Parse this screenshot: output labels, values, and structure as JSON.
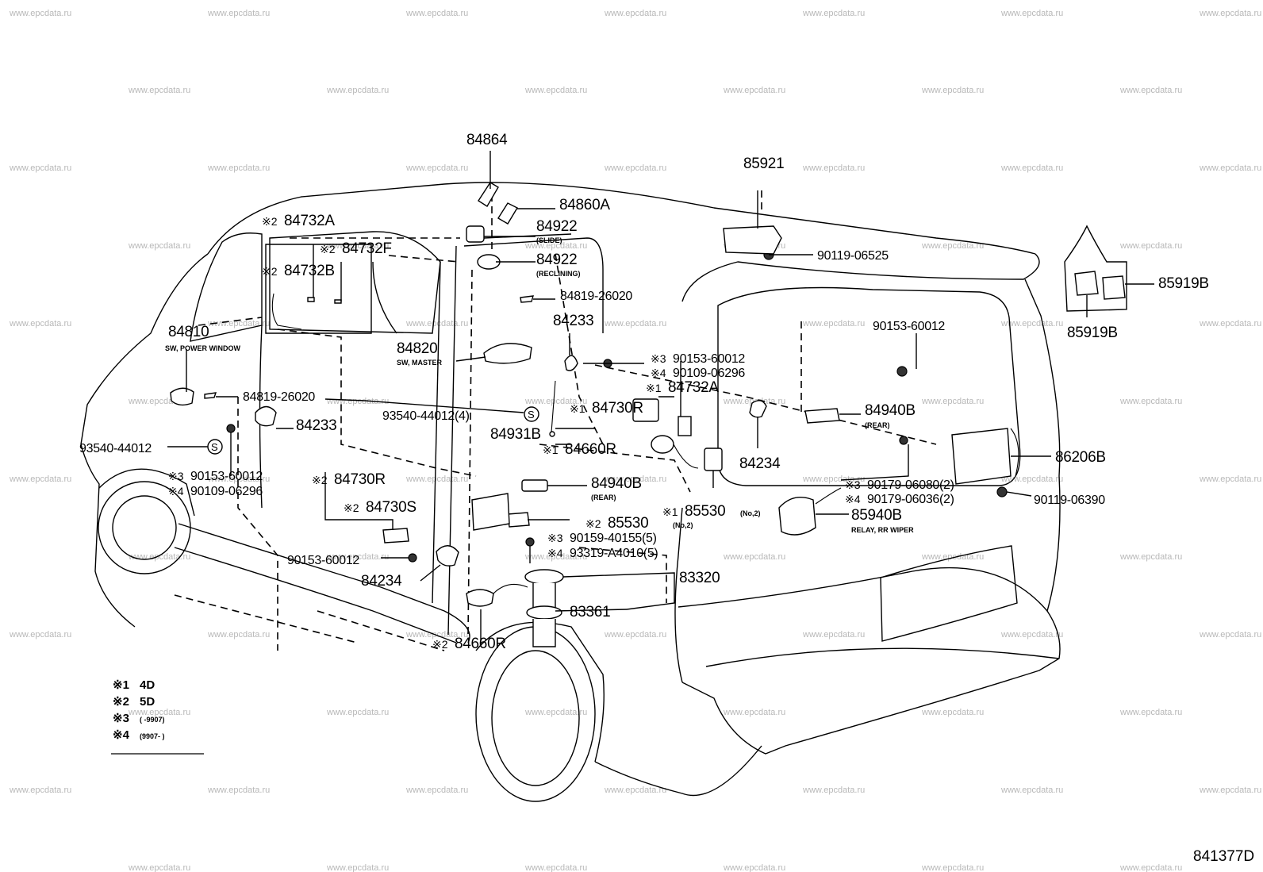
{
  "watermark": "www.epcdata.ru",
  "diagram_code": "841377D",
  "parts": [
    {
      "key": "p84864",
      "number": "84864"
    },
    {
      "key": "p84860A",
      "number": "84860A"
    },
    {
      "key": "p84922_slide",
      "number": "84922",
      "sub": "(SLIDE)"
    },
    {
      "key": "p84922_recl",
      "number": "84922",
      "sub": "(RECLINING)"
    },
    {
      "key": "p84819_a",
      "number": "84819-26020"
    },
    {
      "key": "p84233_a",
      "number": "84233"
    },
    {
      "key": "p84820",
      "number": "84820",
      "sub": "SW, MASTER"
    },
    {
      "key": "p84732A_top",
      "number": "84732A",
      "mark": "※2"
    },
    {
      "key": "p84732F",
      "number": "84732F",
      "mark": "※2"
    },
    {
      "key": "p84732B",
      "number": "84732B",
      "mark": "※2"
    },
    {
      "key": "p84810",
      "number": "84810",
      "sub": "SW, POWER WINDOW"
    },
    {
      "key": "p84819_b",
      "number": "84819-26020"
    },
    {
      "key": "p93540_a",
      "number": "93540-44012(4)"
    },
    {
      "key": "p93540_b",
      "number": "93540-44012"
    },
    {
      "key": "p84233_b",
      "number": "84233"
    },
    {
      "key": "p90153_a",
      "number": "90153-60012",
      "mark": "※3"
    },
    {
      "key": "p90109_a",
      "number": "90109-06296",
      "mark": "※4"
    },
    {
      "key": "p84730R_a",
      "number": "84730R",
      "mark": "※2"
    },
    {
      "key": "p84730S",
      "number": "84730S",
      "mark": "※2"
    },
    {
      "key": "p90153_b",
      "number": "90153-60012"
    },
    {
      "key": "p84234_a",
      "number": "84234"
    },
    {
      "key": "p84660R_a",
      "number": "84660R",
      "mark": "※2"
    },
    {
      "key": "p90153_c",
      "number": "90153-60012",
      "mark": "※3"
    },
    {
      "key": "p90109_b",
      "number": "90109-06296",
      "mark": "※4"
    },
    {
      "key": "p84732A_mid",
      "number": "84732A",
      "mark": "※1"
    },
    {
      "key": "p84730R_b",
      "number": "84730R",
      "mark": "※1"
    },
    {
      "key": "p84931B",
      "number": "84931B"
    },
    {
      "key": "p84660R_b",
      "number": "84660R",
      "mark": "※1"
    },
    {
      "key": "p84940B_a",
      "number": "84940B",
      "sub": "(REAR)"
    },
    {
      "key": "p85530_a",
      "number": "85530",
      "mark": "※2",
      "sub": "(No,2)"
    },
    {
      "key": "p85530_b",
      "number": "85530",
      "mark": "※1",
      "sub": "(No,2)"
    },
    {
      "key": "p90159",
      "number": "90159-40155(5)",
      "mark": "※3"
    },
    {
      "key": "p93319",
      "number": "93319-A4010(5)",
      "mark": "※4"
    },
    {
      "key": "p83320",
      "number": "83320"
    },
    {
      "key": "p83361",
      "number": "83361"
    },
    {
      "key": "p85921",
      "number": "85921"
    },
    {
      "key": "p90119_a",
      "number": "90119-06525"
    },
    {
      "key": "p85919B_a",
      "number": "85919B"
    },
    {
      "key": "p85919B_b",
      "number": "85919B"
    },
    {
      "key": "p90153_d",
      "number": "90153-60012"
    },
    {
      "key": "p84940B_b",
      "number": "84940B",
      "sub": "(REAR)"
    },
    {
      "key": "p84234_b",
      "number": "84234"
    },
    {
      "key": "p86206B",
      "number": "86206B"
    },
    {
      "key": "p90179_a",
      "number": "90179-06080(2)",
      "mark": "※3"
    },
    {
      "key": "p90179_b",
      "number": "90179-06036(2)",
      "mark": "※4"
    },
    {
      "key": "p90119_b",
      "number": "90119-06390"
    },
    {
      "key": "p85940B",
      "number": "85940B",
      "sub": "RELAY, RR WIPER"
    }
  ],
  "legend": [
    {
      "mark": "※1",
      "text": "4D"
    },
    {
      "mark": "※2",
      "text": "5D"
    },
    {
      "mark": "※3",
      "text": "(      -9907)"
    },
    {
      "mark": "※4",
      "text": "(9907-        )"
    }
  ],
  "icons": {
    "screw_symbol": "S"
  }
}
